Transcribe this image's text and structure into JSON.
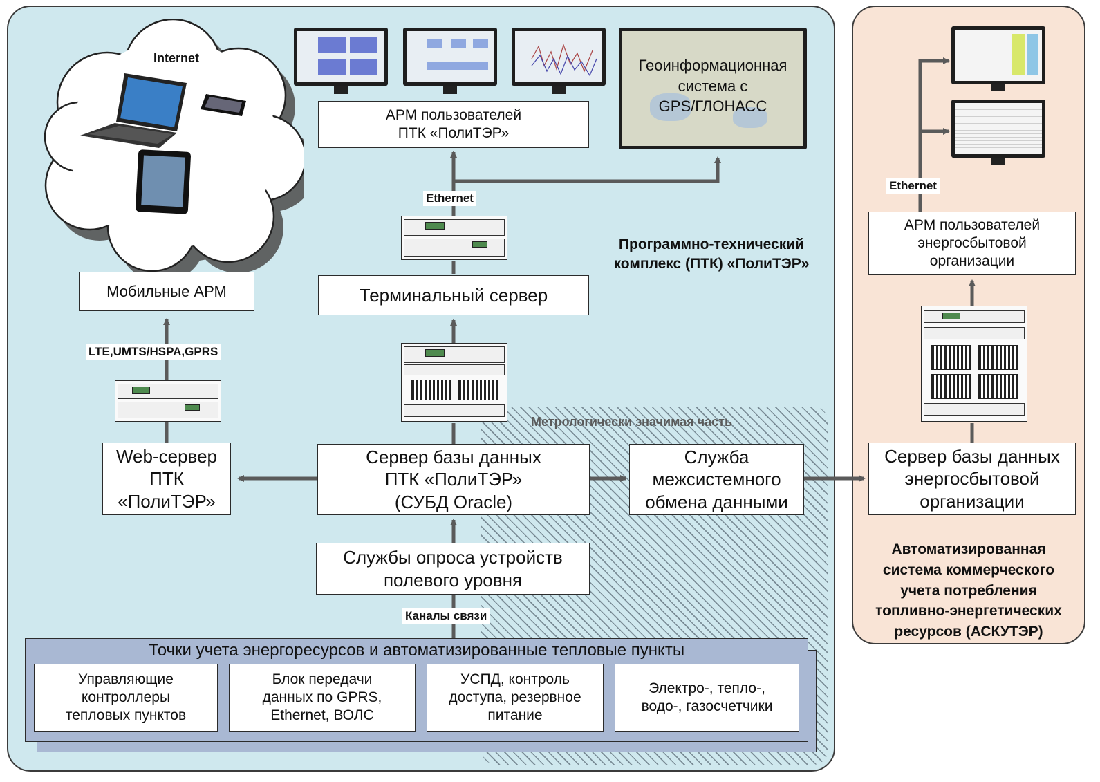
{
  "colors": {
    "main_panel": "#cfe8ee",
    "right_panel": "#f9e4d6",
    "points_panel": "#a9b8d3",
    "arrow": "#5a5a5a"
  },
  "cloud": {
    "title": "Internet",
    "devices": [
      "laptop-icon",
      "smartphone-icon",
      "tablet-icon"
    ]
  },
  "mobile_arm": "Мобильные АРМ",
  "mobile_link": "LTE,UMTS/HSPA,GPRS",
  "web_server": "Web-сервер\nПТК\n«ПолиТЭР»",
  "arm_users": "АРМ пользователей\nПТК «ПолиТЭР»",
  "gis": "Геоинформационная\nсистема с\nGPS/ГЛОНАСС",
  "ethernet_center": "Ethernet",
  "terminal_server": "Терминальный сервер",
  "ptk_title": "Программно-технический\nкомплекс (ПТК) «ПолиТЭР»",
  "metrology": "Метрологически значимая часть",
  "db_server": "Сервер базы данных\nПТК «ПолиТЭР»\n(СУБД Oracle)",
  "exchange_service": "Служба\nмежсистемного\nобмена данными",
  "polling": "Службы опроса устройств\nполевого уровня",
  "channels": "Каналы связи",
  "points": {
    "title": "Точки учета энергоресурсов и автоматизированные тепловые пункты",
    "items": [
      "Управляющие\nконтроллеры\nтепловых пунктов",
      "Блок передачи\nданных по GPRS,\nEthernet, ВОЛС",
      "УСПД, контроль\nдоступа, резервное\nпитание",
      "Электро-, тепло-,\nводо-, газосчетчики"
    ]
  },
  "right": {
    "ethernet": "Ethernet",
    "arm_energy": "АРМ пользователей\nэнергосбытовой\nорганизации",
    "db_energy": "Сервер базы данных\nэнергосбытовой\nорганизации",
    "title": "Автоматизированная\nсистема коммерческого\nучета потребления\nтопливно-энергетических\nресурсов (АСКУТЭР)"
  }
}
